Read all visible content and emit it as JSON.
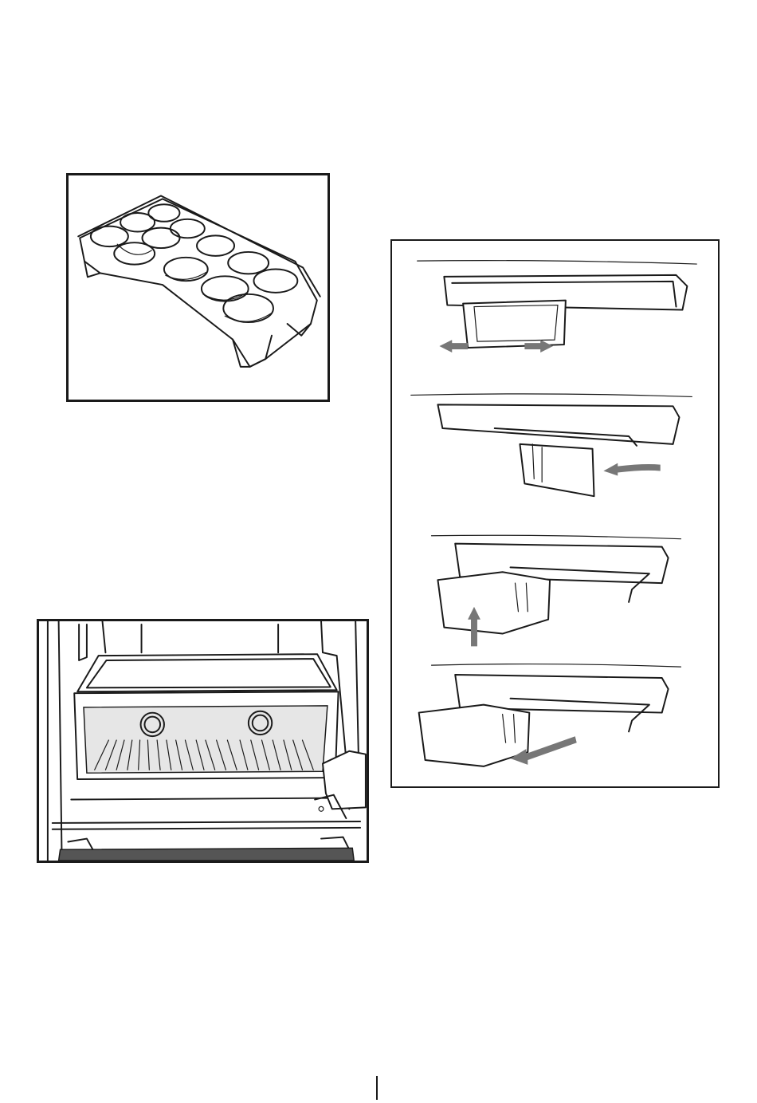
{
  "figures": [
    {
      "id": "egg-tray",
      "depicts": "egg-tray-icon"
    },
    {
      "id": "freezer-compartment",
      "depicts": "freezer-drawer-icon"
    },
    {
      "id": "door-bin-steps",
      "depicts": "door-shelf-bin-icon"
    }
  ],
  "colors": {
    "line": "#1a1a1a",
    "arrow": "#777777",
    "panel_tint": "#e6e6e6"
  }
}
